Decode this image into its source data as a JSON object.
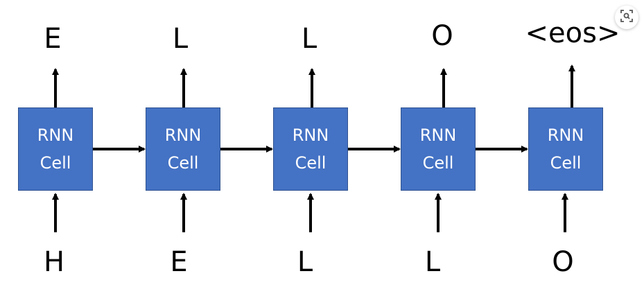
{
  "cells": [
    {
      "line1": "RNN",
      "line2": "Cell"
    },
    {
      "line1": "RNN",
      "line2": "Cell"
    },
    {
      "line1": "RNN",
      "line2": "Cell"
    },
    {
      "line1": "RNN",
      "line2": "Cell"
    },
    {
      "line1": "RNN",
      "line2": "Cell"
    }
  ],
  "outputs": [
    "E",
    "L",
    "L",
    "O",
    "<eos>"
  ],
  "inputs": [
    "H",
    "E",
    "L",
    "L",
    "O"
  ],
  "colors": {
    "cell_fill": "#4472c4",
    "cell_border": "#2f528f",
    "arrow": "#000000"
  },
  "icons": {
    "visual_search": "lens-scan-icon"
  }
}
